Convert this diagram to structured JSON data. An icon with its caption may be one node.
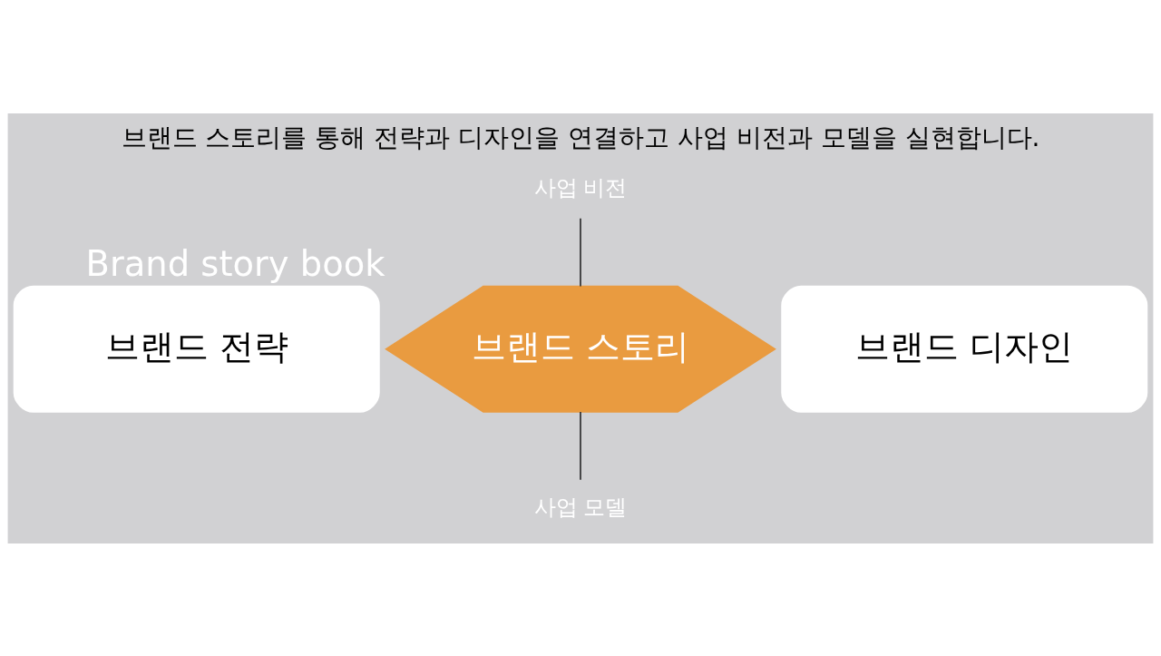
{
  "diagram": {
    "title": "브랜드 스토리를 통해 전략과 디자인을 연결하고 사업 비전과 모델을 실현합니다.",
    "nodes": [
      {
        "text": [
          "브랜드 전략"
        ]
      },
      {
        "text": [
          "브랜드 스토리"
        ],
        "beside": [
          "Brand story book"
        ]
      },
      {
        "text": [
          "브랜드 디자인"
        ]
      },
      {
        "text": [
          "사업 비전"
        ]
      },
      {
        "text": [
          "사업 모델"
        ]
      }
    ],
    "edges": [
      {
        "from": 3,
        "to": 1,
        "arrow": "none"
      },
      {
        "from": 1,
        "to": 4,
        "arrow": "none"
      }
    ]
  }
}
